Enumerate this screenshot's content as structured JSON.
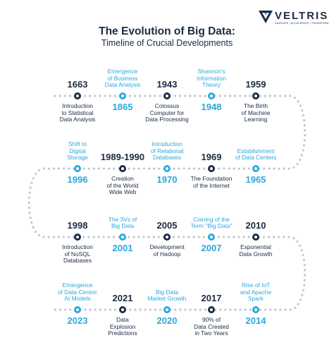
{
  "brand": {
    "name": "VELTRIS",
    "tagline": "INNOVATE | ACCELERATE | TRANSFORM"
  },
  "title": "The Evolution of Big Data:",
  "subtitle": "Timeline of Crucial Developments",
  "colors": {
    "navy": "#1c2b45",
    "teal": "#29a9df",
    "dots": "#c4c8cd"
  },
  "events": [
    {
      "year": "1663",
      "lines": [
        "Introduction",
        "to Statistical",
        "Data Analysis"
      ],
      "color": "navy"
    },
    {
      "year": "1865",
      "lines": [
        "Emergence",
        "of Business",
        "Data Analysis"
      ],
      "color": "teal"
    },
    {
      "year": "1943",
      "lines": [
        "Colossus",
        "Computer for",
        "Data Processing"
      ],
      "color": "navy"
    },
    {
      "year": "1948",
      "lines": [
        "Shannon's",
        "Information",
        "Theory"
      ],
      "color": "teal"
    },
    {
      "year": "1959",
      "lines": [
        "The Birth",
        "of Machine",
        "Learning"
      ],
      "color": "navy"
    },
    {
      "year": "1965",
      "lines": [
        "Establishment",
        "of Data Centers"
      ],
      "color": "teal"
    },
    {
      "year": "1969",
      "lines": [
        "The Foundation",
        "of the Internet"
      ],
      "color": "navy"
    },
    {
      "year": "1970",
      "lines": [
        "Introduction",
        "of Relational",
        "Databases"
      ],
      "color": "teal"
    },
    {
      "year": "1989-1990",
      "lines": [
        "Creation",
        "of the World",
        "Wide Web"
      ],
      "color": "navy"
    },
    {
      "year": "1996",
      "lines": [
        "Shift to",
        "Digital",
        "Storage"
      ],
      "color": "teal"
    },
    {
      "year": "1998",
      "lines": [
        "Introduction",
        "of NoSQL",
        "Databases"
      ],
      "color": "navy"
    },
    {
      "year": "2001",
      "lines": [
        "The 3Vs of",
        "Big Data"
      ],
      "color": "teal"
    },
    {
      "year": "2005",
      "lines": [
        "Development",
        "of Hadoop"
      ],
      "color": "navy"
    },
    {
      "year": "2007",
      "lines": [
        "Coining of the",
        "Term \"Big Data\""
      ],
      "color": "teal"
    },
    {
      "year": "2010",
      "lines": [
        "Exponential",
        "Data Growth"
      ],
      "color": "navy"
    },
    {
      "year": "2014",
      "lines": [
        "Rise of IoT",
        "and Apache",
        "Spark"
      ],
      "color": "teal"
    },
    {
      "year": "2017",
      "lines": [
        "90% of",
        "Data Created",
        "in Two Years"
      ],
      "color": "navy"
    },
    {
      "year": "2020",
      "lines": [
        "Big Data",
        "Market Growth"
      ],
      "color": "teal"
    },
    {
      "year": "2021",
      "lines": [
        "Data",
        "Explosion",
        "Predictions"
      ],
      "color": "navy"
    },
    {
      "year": "2023",
      "lines": [
        "Emergence",
        "of Data-Centric",
        "AI Models"
      ],
      "color": "teal"
    }
  ]
}
